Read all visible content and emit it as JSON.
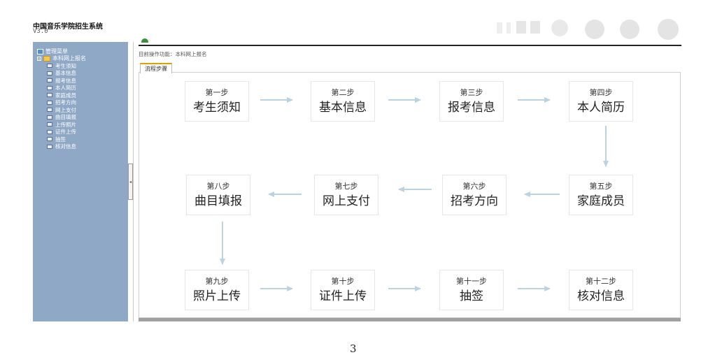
{
  "app": {
    "title": "中国音乐学院招生系统",
    "version": "V3.0"
  },
  "sidebar": {
    "root_label": "管理菜单",
    "group_label": "本科网上报名",
    "items": [
      {
        "label": "考生须知"
      },
      {
        "label": "基本信息"
      },
      {
        "label": "报考信息"
      },
      {
        "label": "本人简历"
      },
      {
        "label": "家庭成员"
      },
      {
        "label": "招考方向"
      },
      {
        "label": "网上支付"
      },
      {
        "label": "曲目填报"
      },
      {
        "label": "上传照片"
      },
      {
        "label": "证件上传"
      },
      {
        "label": "抽签"
      },
      {
        "label": "核对信息"
      }
    ]
  },
  "main": {
    "current_function": "目前操作功能：本科网上报名",
    "tab_label": "流程步骤"
  },
  "steps": [
    {
      "num": "第一步",
      "name": "考生须知"
    },
    {
      "num": "第二步",
      "name": "基本信息"
    },
    {
      "num": "第三步",
      "name": "报考信息"
    },
    {
      "num": "第四步",
      "name": "本人简历"
    },
    {
      "num": "第五步",
      "name": "家庭成员"
    },
    {
      "num": "第六步",
      "name": "招考方向"
    },
    {
      "num": "第七步",
      "name": "网上支付"
    },
    {
      "num": "第八步",
      "name": "曲目填报"
    },
    {
      "num": "第九步",
      "name": "照片上传"
    },
    {
      "num": "第十步",
      "name": "证件上传"
    },
    {
      "num": "第十一步",
      "name": "抽签"
    },
    {
      "num": "第十二步",
      "name": "核对信息"
    }
  ],
  "page_number": "3",
  "colors": {
    "sidebar_bg": "#8fa8c6",
    "arrow": "#b9d3e3",
    "tab_accent": "#e0a000"
  }
}
